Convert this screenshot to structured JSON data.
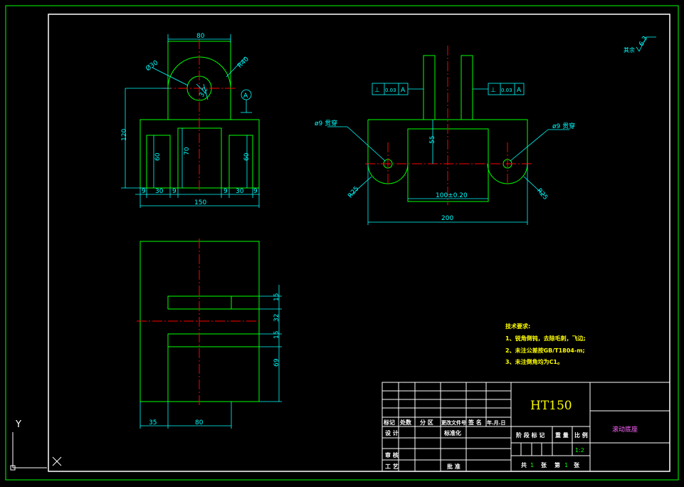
{
  "dims": {
    "front_top_width": "80",
    "front_hole_dia": "Ø30",
    "front_arc_radius": "R40",
    "front_roughness": "3.2",
    "front_height": "120",
    "front_slot_left_h": "60",
    "front_center_h": "70",
    "front_slot_right_h": "60",
    "front_bottom_9a": "9",
    "front_bottom_30a": "30",
    "front_bottom_9b": "9",
    "front_bottom_9c": "9",
    "front_bottom_30b": "30",
    "front_bottom_9d": "9",
    "front_total_width": "150",
    "datum_a": "A",
    "side_tol_left_sym": "⊥",
    "side_tol_left_val": "0.03",
    "side_tol_left_ref": "A",
    "side_tol_right_sym": "⊥",
    "side_tol_right_val": "0.03",
    "side_tol_right_ref": "A",
    "side_hole_left": "ø9 贯穿",
    "side_hole_right": "ø9 贯穿",
    "side_h55": "55",
    "side_r25_left": "R25",
    "side_r25_right": "R25",
    "side_inner_width": "100±0.20",
    "side_total_width": "200",
    "top_15a": "15",
    "top_32": "32",
    "top_15b": "15",
    "top_69": "69",
    "top_35": "35",
    "top_80": "80",
    "rough_rest": "其余",
    "rough_value": "6.3"
  },
  "notes": {
    "title": "技术要求:",
    "line1": "1、锐角倒钝，去除毛刺，飞边;",
    "line2": "2、未注公差按GB/T1804-m;",
    "line3": "3、未注倒角均为C1。"
  },
  "title_block": {
    "material": "HT150",
    "part_name": "滚动底座",
    "h_mark": "标记",
    "h_count": "处数",
    "h_zone": "分 区",
    "h_doc": "更改文件号",
    "h_sign": "签 名",
    "h_date": "年.月.日",
    "h_design": "设 计",
    "h_std": "标准化",
    "h_review": "审 核",
    "h_process": "工 艺",
    "h_approve": "批 准",
    "h_stage": "阶 段 标 记",
    "h_weight": "重 量",
    "h_scale": "比 例",
    "scale_value": "1:2",
    "sheets_total_label": "共",
    "sheets_total": "1",
    "sheets_unit1": "张",
    "sheet_no_label": "第",
    "sheet_no": "1",
    "sheets_unit2": "张"
  },
  "ucs": {
    "y_label": "Y",
    "x_label": "X"
  }
}
